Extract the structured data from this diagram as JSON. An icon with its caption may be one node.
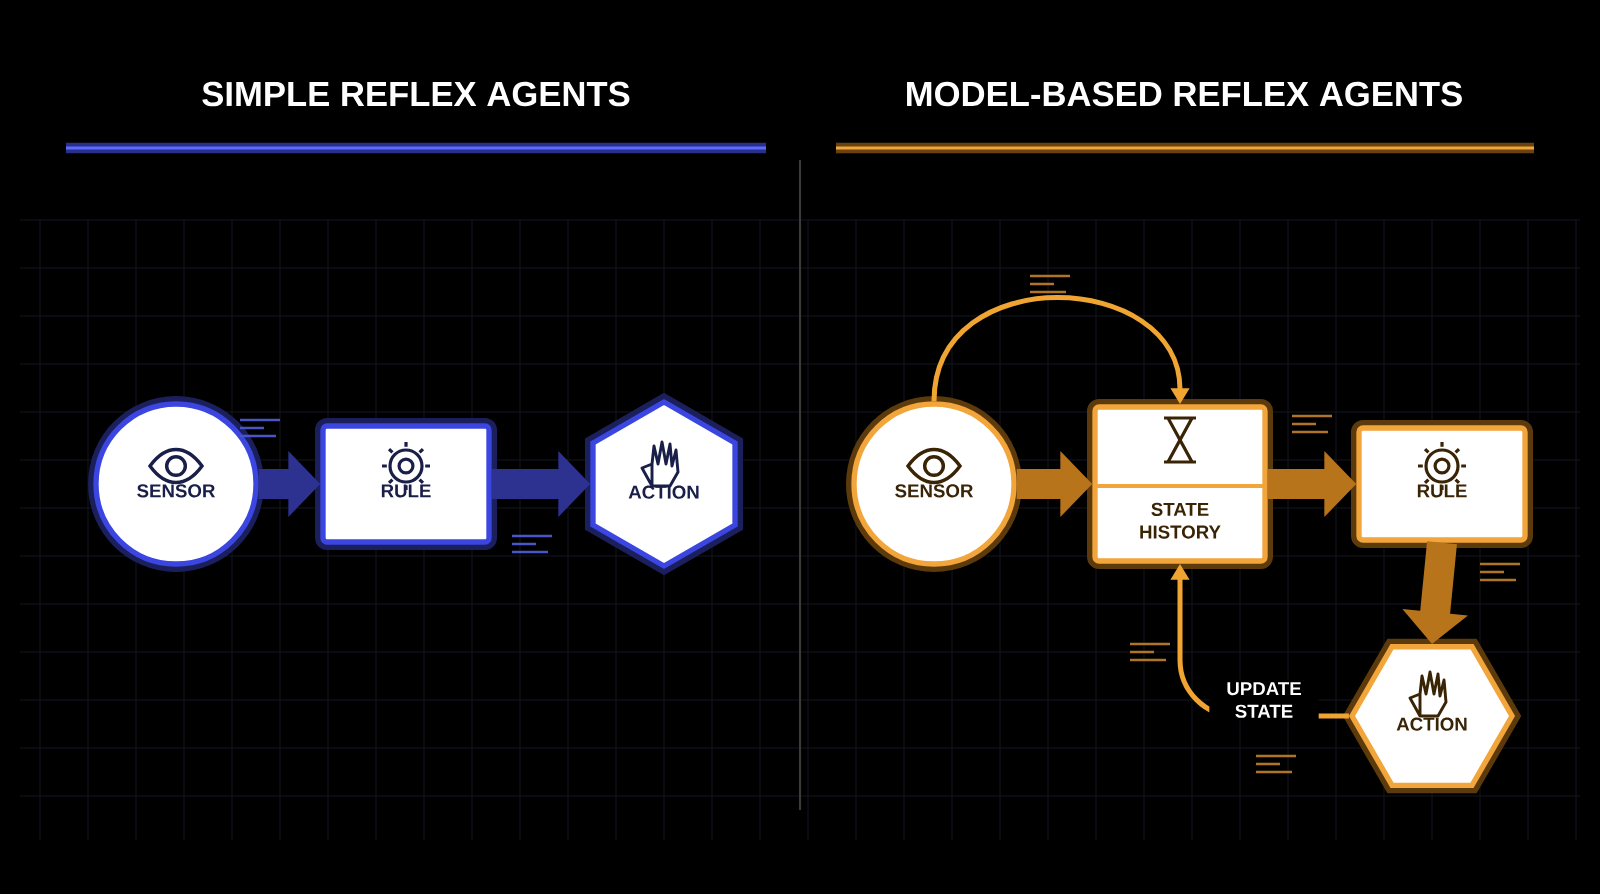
{
  "diagram": {
    "nodes": [
      {
        "text": [
          "SENSOR"
        ]
      },
      {
        "text": [
          "RULE"
        ]
      },
      {
        "text": [
          "ACTION"
        ]
      },
      {
        "text": [
          "SENSOR"
        ]
      },
      {
        "text": [
          "STATE HISTORY"
        ]
      },
      {
        "text": [
          "RULE"
        ]
      },
      {
        "text": [
          "ACTION"
        ]
      }
    ],
    "edges": [
      {
        "from": 0,
        "to": 1,
        "arrow": "to",
        "color": "#2d3290"
      },
      {
        "from": 1,
        "to": 2,
        "arrow": "to",
        "color": "#2d3290"
      },
      {
        "from": 3,
        "to": 4,
        "arrow": "to",
        "color": "#b8741a"
      },
      {
        "from": 4,
        "to": 5,
        "arrow": "to",
        "color": "#b8741a"
      },
      {
        "from": 5,
        "to": 6,
        "arrow": "to",
        "color": "#b8741a"
      },
      {
        "from": 3,
        "to": 4,
        "arrow": "to",
        "color": "#f0a432"
      },
      {
        "from": 6,
        "to": 4,
        "arrow": "to",
        "label": "UPDATE STATE",
        "color": "#f0a432"
      }
    ],
    "labels": [
      "SIMPLE REFLEX AGENTS",
      "MODEL-BASED REFLEX AGENTS"
    ]
  }
}
